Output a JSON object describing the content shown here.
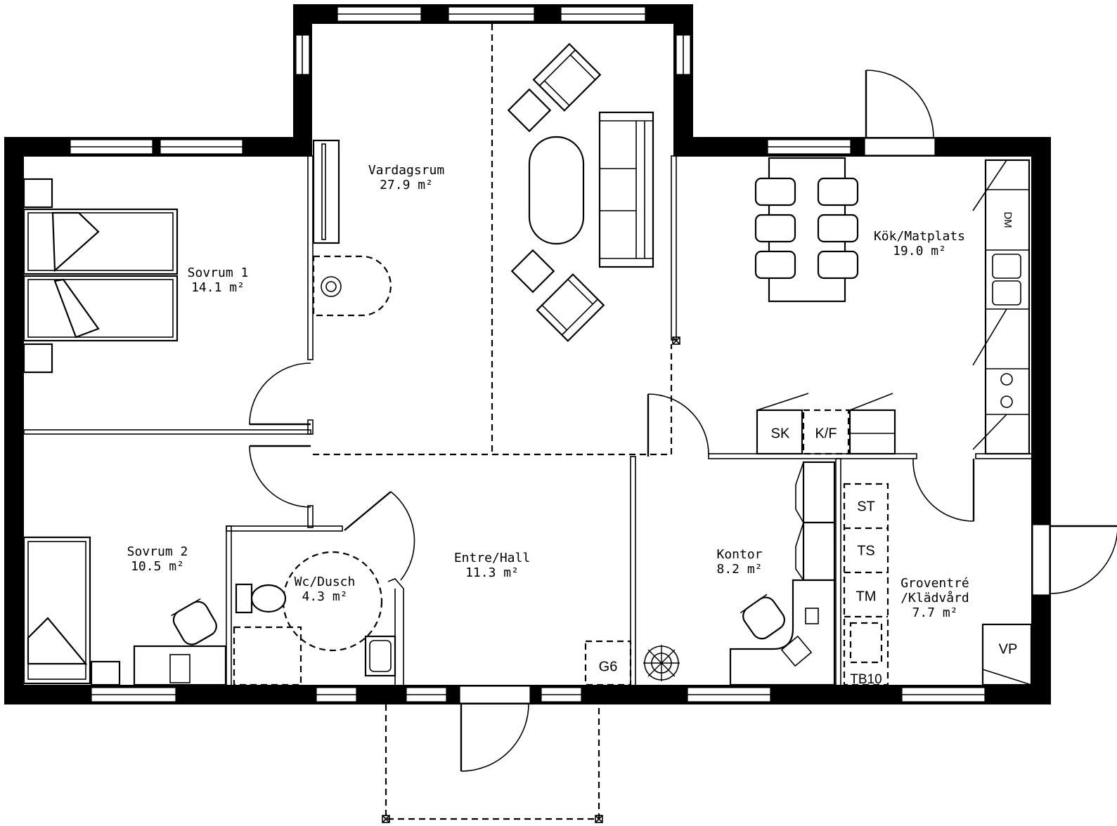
{
  "rooms": [
    {
      "name": "Vardagsrum",
      "area": "27.9 m²"
    },
    {
      "name": "Kök/Matplats",
      "area": "19.0 m²"
    },
    {
      "name": "Sovrum 1",
      "area": "14.1 m²"
    },
    {
      "name": "Sovrum 2",
      "area": "10.5 m²"
    },
    {
      "name": "Wc/Dusch",
      "area": "4.3 m²"
    },
    {
      "name": "Entre/Hall",
      "area": "11.3 m²"
    },
    {
      "name": "Kontor",
      "area": "8.2 m²"
    },
    {
      "name": "Groventré",
      "name2": "/Klädvård",
      "area": "7.7 m²"
    }
  ],
  "fixtures": {
    "sk": "SK",
    "kf": "K/F",
    "st": "ST",
    "ts": "TS",
    "tm": "TM",
    "tb10": "TB10",
    "vp": "VP",
    "g6": "G6",
    "dm": "DM"
  }
}
